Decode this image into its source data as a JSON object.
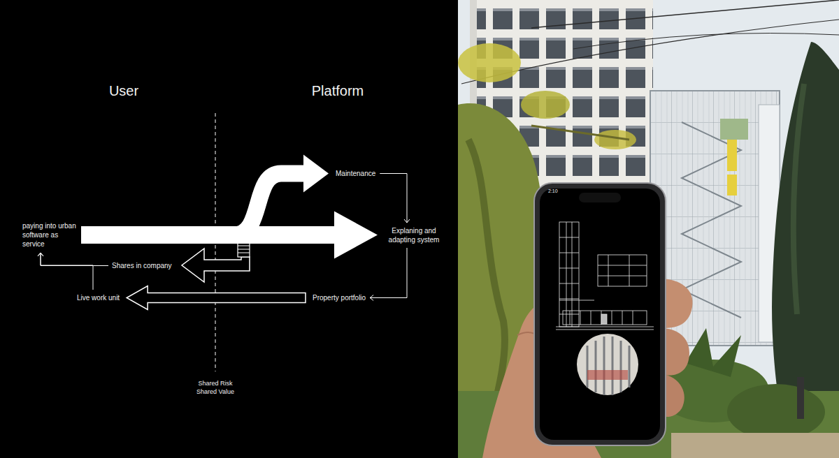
{
  "diagram": {
    "nodes": [
      {
        "text": [
          "Maintenance"
        ]
      },
      {
        "text": [
          "paying into urban software as service"
        ]
      },
      {
        "text": [
          "Explaning and adapting system"
        ]
      },
      {
        "text": [
          "Shares in company"
        ]
      },
      {
        "text": [
          "Live work unit"
        ]
      },
      {
        "text": [
          "Property portfolio"
        ]
      }
    ],
    "edges": [
      {
        "from": 1,
        "to": 2,
        "arrow": "to"
      },
      {
        "from": 1,
        "to": 0,
        "arrow": "to"
      },
      {
        "from": 0,
        "to": 2,
        "arrow": "to"
      },
      {
        "from": 2,
        "to": 5,
        "arrow": "to"
      },
      {
        "from": 5,
        "to": 4,
        "arrow": "to"
      },
      {
        "from": 4,
        "to": 1,
        "arrow": "to"
      },
      {
        "from": 3,
        "to": 1,
        "arrow": "to"
      }
    ],
    "labels": [
      "User",
      "Platform",
      "Shared Risk Shared Value",
      "2:10"
    ]
  }
}
